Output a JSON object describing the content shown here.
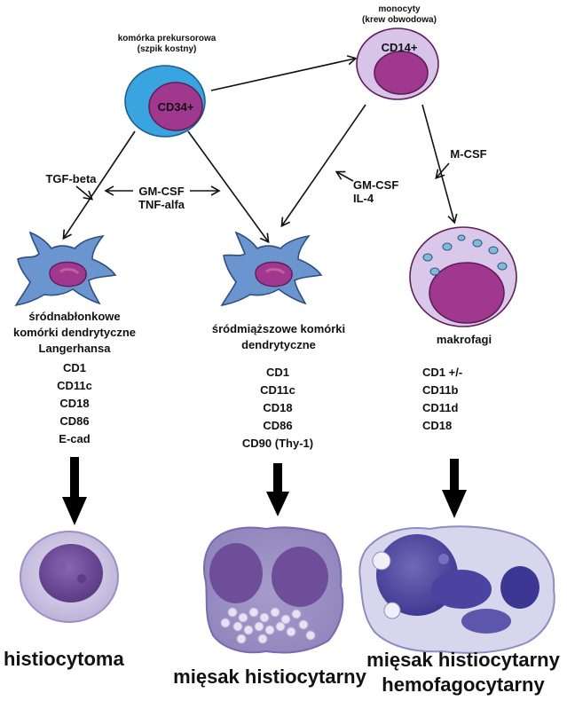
{
  "colors": {
    "cell_fill": "#6a95cf",
    "cell_stroke": "#2f4f80",
    "nucleus": "#a0388f",
    "nucleus_stroke": "#5d1f55",
    "precursor_outer": "#3aa4e0",
    "monocyte_outer": "#d8c4e8",
    "macrophage_outer": "#d9c8ea",
    "vacuole": "#7fbcd4",
    "stain_pale": "#c8c0df",
    "stain_dark": "#6e4e98"
  },
  "nodes": {
    "precursor": {
      "title": "komórka prekursorowa",
      "subtitle": "(szpik kostny)",
      "marker": "CD34+"
    },
    "monocyte": {
      "title": "monocyty",
      "subtitle": "(krew obwodowa)",
      "marker": "CD14+"
    },
    "langerhans": {
      "name_lines": [
        "śródnabłonkowe",
        "komórki dendrytyczne",
        "Langerhansa"
      ],
      "markers": [
        "CD1",
        "CD11c",
        "CD18",
        "CD86",
        "E-cad"
      ]
    },
    "interstitial": {
      "name_lines": [
        "śródmiąższowe komórki",
        "dendrytyczne"
      ],
      "markers": [
        "CD1",
        "CD11c",
        "CD18",
        "CD86",
        "CD90 (Thy-1)"
      ]
    },
    "macrophage": {
      "name_lines": [
        "makrofagi"
      ],
      "markers": [
        "CD1 +/-",
        "CD11b",
        "CD11d",
        "CD18"
      ]
    }
  },
  "factors": {
    "tgf": "TGF-beta",
    "gm_tnf": [
      "GM-CSF",
      "TNF-alfa"
    ],
    "gm_il4": [
      "GM-CSF",
      "IL-4"
    ],
    "mcsf": "M-CSF"
  },
  "outcomes": {
    "histiocytoma": "histiocytoma",
    "sarcoma": "mięsak histiocytarny",
    "hemo": [
      "mięsak histiocytarny",
      "hemofagocytarny"
    ]
  }
}
